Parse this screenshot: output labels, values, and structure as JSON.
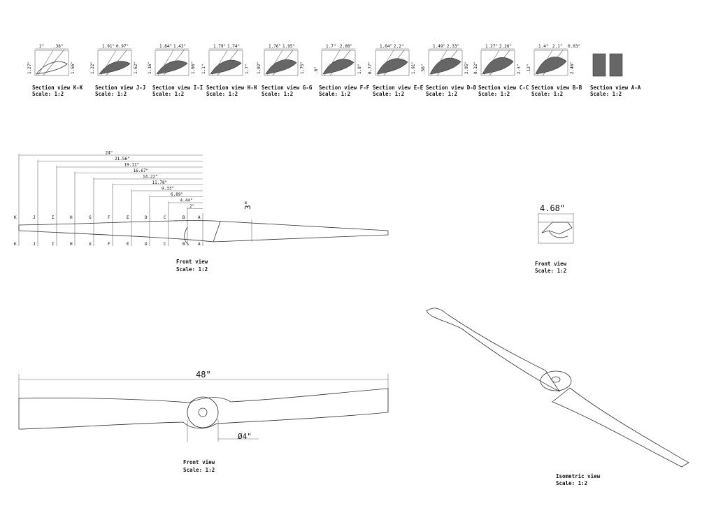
{
  "sections": [
    {
      "id": "K",
      "title": "Section view K-K",
      "scale": "Scale:  1:2",
      "dims": [
        "2\"",
        ".38\"",
        "1.27\"",
        "1.56\""
      ]
    },
    {
      "id": "J",
      "title": "Section view J-J",
      "scale": "Scale:  1:2",
      "dims": [
        "1.91\"",
        "0.97\"",
        "1.22\"",
        "1.62\""
      ]
    },
    {
      "id": "I",
      "title": "Section view I-I",
      "scale": "Scale:  1:2",
      "dims": [
        "1.84\"",
        "1.43\"",
        "1.16\"",
        "1.66\""
      ]
    },
    {
      "id": "H",
      "title": "Section view H-H",
      "scale": "Scale:  1:2",
      "dims": [
        "1.79\"",
        "1.74\"",
        "1.1\"",
        "1.7\""
      ]
    },
    {
      "id": "G",
      "title": "Section view G-G",
      "scale": "Scale:  1:2",
      "dims": [
        "1.76\"",
        "1.95\"",
        "1.02\"",
        "1.75\""
      ]
    },
    {
      "id": "F",
      "title": "Section view F-F",
      "scale": "Scale:  1:2",
      "dims": [
        "1.7\"",
        "2.08\"",
        ".8\"",
        "1.8\""
      ]
    },
    {
      "id": "E",
      "title": "Section view E-E",
      "scale": "Scale:  1:2",
      "dims": [
        "1.64\"",
        "2.2\"",
        "0.77\"",
        "1.91\""
      ]
    },
    {
      "id": "D",
      "title": "Section view D-D",
      "scale": "Scale:  1:2",
      "dims": [
        "1.49\"",
        "2.33\"",
        ".56\"",
        "2.05\""
      ]
    },
    {
      "id": "C",
      "title": "Section view C-C",
      "scale": "Scale:  1:2",
      "dims": [
        "1.27\"",
        "2.26\"",
        "0.32\"",
        "2.3\""
      ]
    },
    {
      "id": "B",
      "title": "Section view B-B",
      "scale": "Scale:  1:2",
      "dims": [
        "1.4\"",
        "2.1\"",
        ".13\"",
        "2.46\""
      ],
      "extra": "0.03\""
    },
    {
      "id": "A",
      "title": "Section view A-A",
      "scale": "Scale:  1:2",
      "dims": []
    }
  ],
  "front_view_top": {
    "title": "Front view",
    "scale": "Scale:  1:2",
    "stations": [
      "K",
      "J",
      "I",
      "H",
      "G",
      "F",
      "E",
      "D",
      "C",
      "B",
      "A"
    ],
    "distances": [
      "24\"",
      "21.56\"",
      "19.11\"",
      "16.67\"",
      "14.22\"",
      "11.78\"",
      "9.33\"",
      "6.89\"",
      "4.44\"",
      "2\""
    ],
    "hub_height": "3\""
  },
  "side_view": {
    "title": "Front view",
    "scale": "Scale:  1:2",
    "width": "4.68\""
  },
  "front_view_bottom": {
    "title": "Front view",
    "scale": "Scale:  1:2",
    "span": "48\"",
    "hub_diameter": "Ø4\""
  },
  "isometric_view": {
    "title": "Isometric view",
    "scale": "Scale:  1:2"
  }
}
